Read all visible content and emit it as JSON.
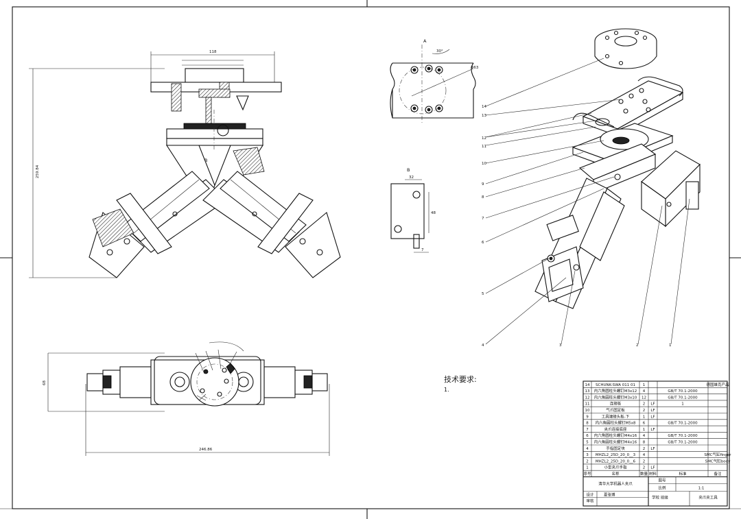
{
  "views": {
    "section_a_label": "A",
    "section_b_label": "B",
    "front_view_label": "B",
    "dim_top_width": "118",
    "dim_height": "259.84",
    "dim_bottom_width": "246.86",
    "dim_bottom_height": "68",
    "dim_b_width": "32",
    "dim_b_height": "48",
    "dim_b_tail": "7",
    "dim_a_angle": "30°",
    "dim_a_dia": "Φ63"
  },
  "callouts": [
    "14",
    "13",
    "12",
    "11",
    "10",
    "9",
    "8",
    "7",
    "6",
    "5",
    "4",
    "3",
    "2",
    "1"
  ],
  "tech_req": {
    "title": "技术要求:",
    "item1": "1."
  },
  "bom": {
    "rows": [
      {
        "no": "14",
        "name": "SCHUNK-SWA 011 01",
        "qty": "1",
        "mat": "",
        "std": "",
        "note": "德国雄克产品"
      },
      {
        "no": "13",
        "name": "内六角圆柱头螺钉M3x12",
        "qty": "4",
        "mat": "",
        "std": "GB/T 70.1-2000",
        "note": ""
      },
      {
        "no": "12",
        "name": "内六角圆柱头螺钉M3x10",
        "qty": "12",
        "mat": "",
        "std": "GB/T 70.1-2000",
        "note": ""
      },
      {
        "no": "11",
        "name": "连接板",
        "qty": "2",
        "mat": "LF",
        "std": "1",
        "note": ""
      },
      {
        "no": "10",
        "name": "气爪固定板",
        "qty": "2",
        "mat": "LF",
        "std": "",
        "note": ""
      },
      {
        "no": "9",
        "name": "工具端接头板-下",
        "qty": "1",
        "mat": "LF",
        "std": "",
        "note": ""
      },
      {
        "no": "8",
        "name": "内六角圆柱头螺钉M5x8",
        "qty": "6",
        "mat": "",
        "std": "GB/T 70.1-2000",
        "note": ""
      },
      {
        "no": "7",
        "name": "夹爪连接底座",
        "qty": "1",
        "mat": "LF",
        "std": "",
        "note": ""
      },
      {
        "no": "6",
        "name": "内六角圆柱头螺钉M4x16",
        "qty": "4",
        "mat": "",
        "std": "GB/T 70.1-2000",
        "note": ""
      },
      {
        "no": "5",
        "name": "内六角圆柱头螺钉M4x16",
        "qty": "8",
        "mat": "",
        "std": "GB/T 70.1-2000",
        "note": ""
      },
      {
        "no": "4",
        "name": "手指固定块",
        "qty": "2",
        "mat": "LF",
        "std": "",
        "note": ""
      },
      {
        "no": "3",
        "name": "MHZL2_25D_20_0__3",
        "qty": "4",
        "mat": "",
        "std": "",
        "note": "SMC气缸finger"
      },
      {
        "no": "2",
        "name": "MHZL2_25D_20_0__6",
        "qty": "2",
        "mat": "",
        "std": "",
        "note": "SMC气缸body"
      },
      {
        "no": "1",
        "name": "小型夹爪手指",
        "qty": "2",
        "mat": "LF",
        "std": "",
        "note": ""
      }
    ],
    "header": {
      "no": "序号",
      "name": "名称",
      "qty": "数量",
      "mat": "材料",
      "std": "标准",
      "note": "备注"
    },
    "title": "清华大学机器人夹爪",
    "label_scale": "图号",
    "label_ratio": "比例",
    "ratio_value": "1:1",
    "label_design": "设计",
    "label_check": "审核",
    "designer": "夏张博",
    "label_school": "学校 班级",
    "product": "夹爪夹工具"
  }
}
